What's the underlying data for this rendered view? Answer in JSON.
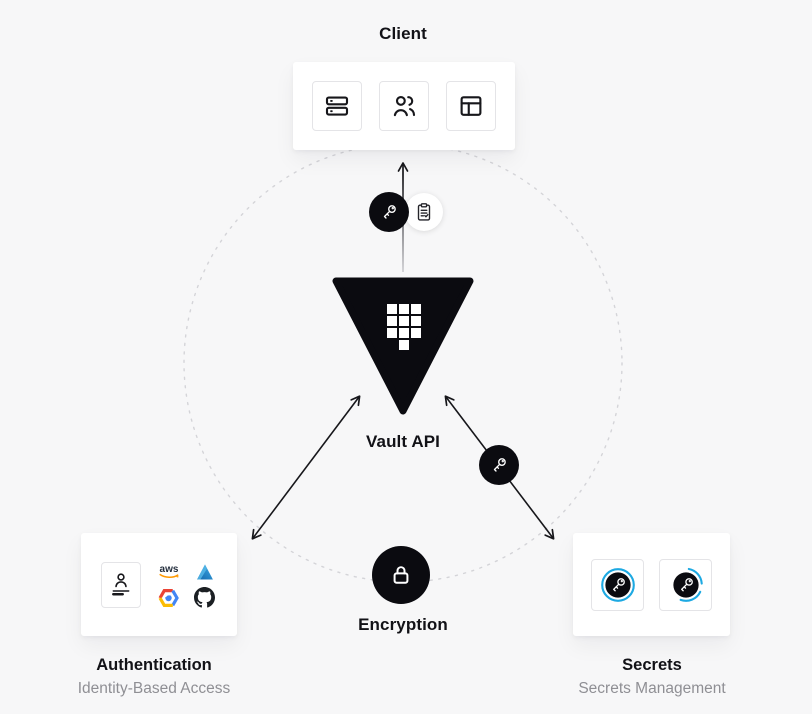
{
  "diagram": {
    "name": "vault-architecture-diagram"
  },
  "colors": {
    "background": "#f7f7f8",
    "surface": "#ffffff",
    "ink": "#0b0b10",
    "tile_border": "#e4e4e7",
    "muted_text": "#8f8f94",
    "dotted_circle": "#d4d4d8",
    "accent_blue": "#1da9e2",
    "aws_orange": "#ff9900",
    "azure_blue": "#2a8ccc",
    "gcp_red": "#ea4335",
    "gcp_yellow": "#fbbc04",
    "gcp_blue": "#4285f4",
    "github_black": "#1b1f23"
  },
  "client": {
    "title": "Client",
    "tiles": [
      {
        "icon": "server-stack-icon"
      },
      {
        "icon": "users-icon"
      },
      {
        "icon": "window-layout-icon"
      }
    ]
  },
  "vault": {
    "label": "Vault API",
    "logo": "vault-triangle-logo"
  },
  "flow": {
    "client_arrow_badges": [
      {
        "icon": "key-icon",
        "style": "black-circle"
      },
      {
        "icon": "clipboard-check-icon",
        "style": "white-circle"
      }
    ],
    "secrets_arrow_badge": {
      "icon": "key-icon",
      "style": "black-circle"
    }
  },
  "encryption": {
    "label": "Encryption",
    "icon": "lock-icon"
  },
  "authentication": {
    "title": "Authentication",
    "subtitle": "Identity-Based Access",
    "aws_wordmark": "aws",
    "providers": [
      "userpass-icon",
      "aws-icon",
      "azure-icon",
      "google-cloud-icon",
      "github-icon"
    ]
  },
  "secrets": {
    "title": "Secrets",
    "subtitle": "Secrets Management",
    "engines": [
      "static-secrets-key-icon",
      "dynamic-secrets-key-icon"
    ]
  }
}
